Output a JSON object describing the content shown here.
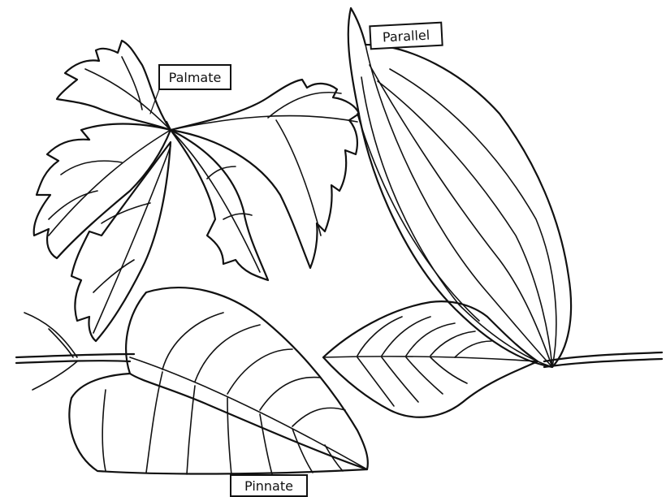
{
  "labels": {
    "palmate": "Palmate",
    "parallel": "Parallel",
    "pinnate": "Pinnate"
  },
  "ink_color": "#111111",
  "background_color": "#ffffff"
}
